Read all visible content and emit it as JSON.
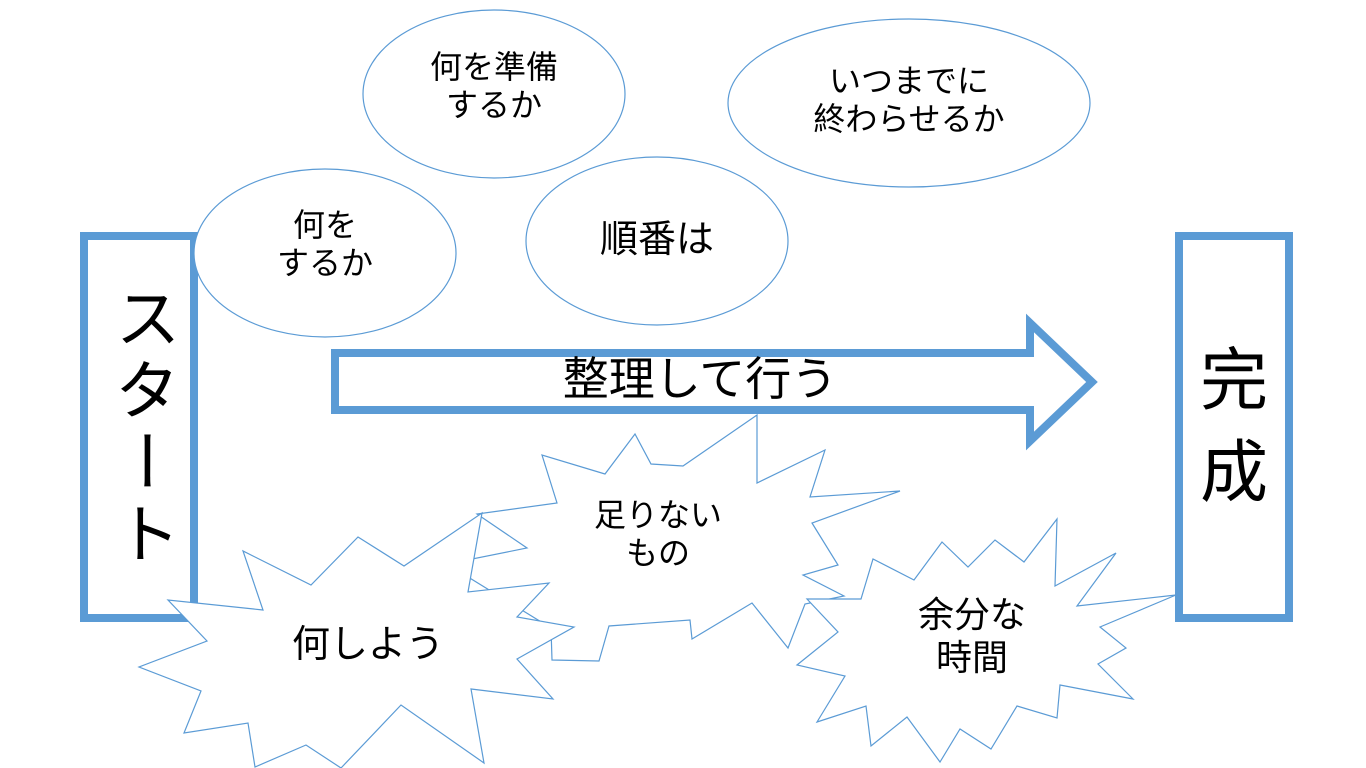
{
  "diagram": {
    "start_label": "スタート",
    "end_label": "完成",
    "arrow_label": "整理して行う",
    "bubbles": [
      {
        "id": "what-to-prepare",
        "text": "何を準備\nするか"
      },
      {
        "id": "by-when",
        "text": "いつまでに\n終わらせるか"
      },
      {
        "id": "what-to-do",
        "text": "何を\nするか"
      },
      {
        "id": "order",
        "text": "順番は"
      }
    ],
    "bursts": [
      {
        "id": "missing-things",
        "text": "足りない\nもの"
      },
      {
        "id": "what-now",
        "text": "何しよう"
      },
      {
        "id": "extra-time",
        "text": "余分な\n時間"
      }
    ],
    "colors": {
      "box_border": "#5b9bd5",
      "arrow_border": "#5b9bd5",
      "shape_outline": "#5b9bd5",
      "text": "#000000",
      "background": "#ffffff"
    }
  }
}
